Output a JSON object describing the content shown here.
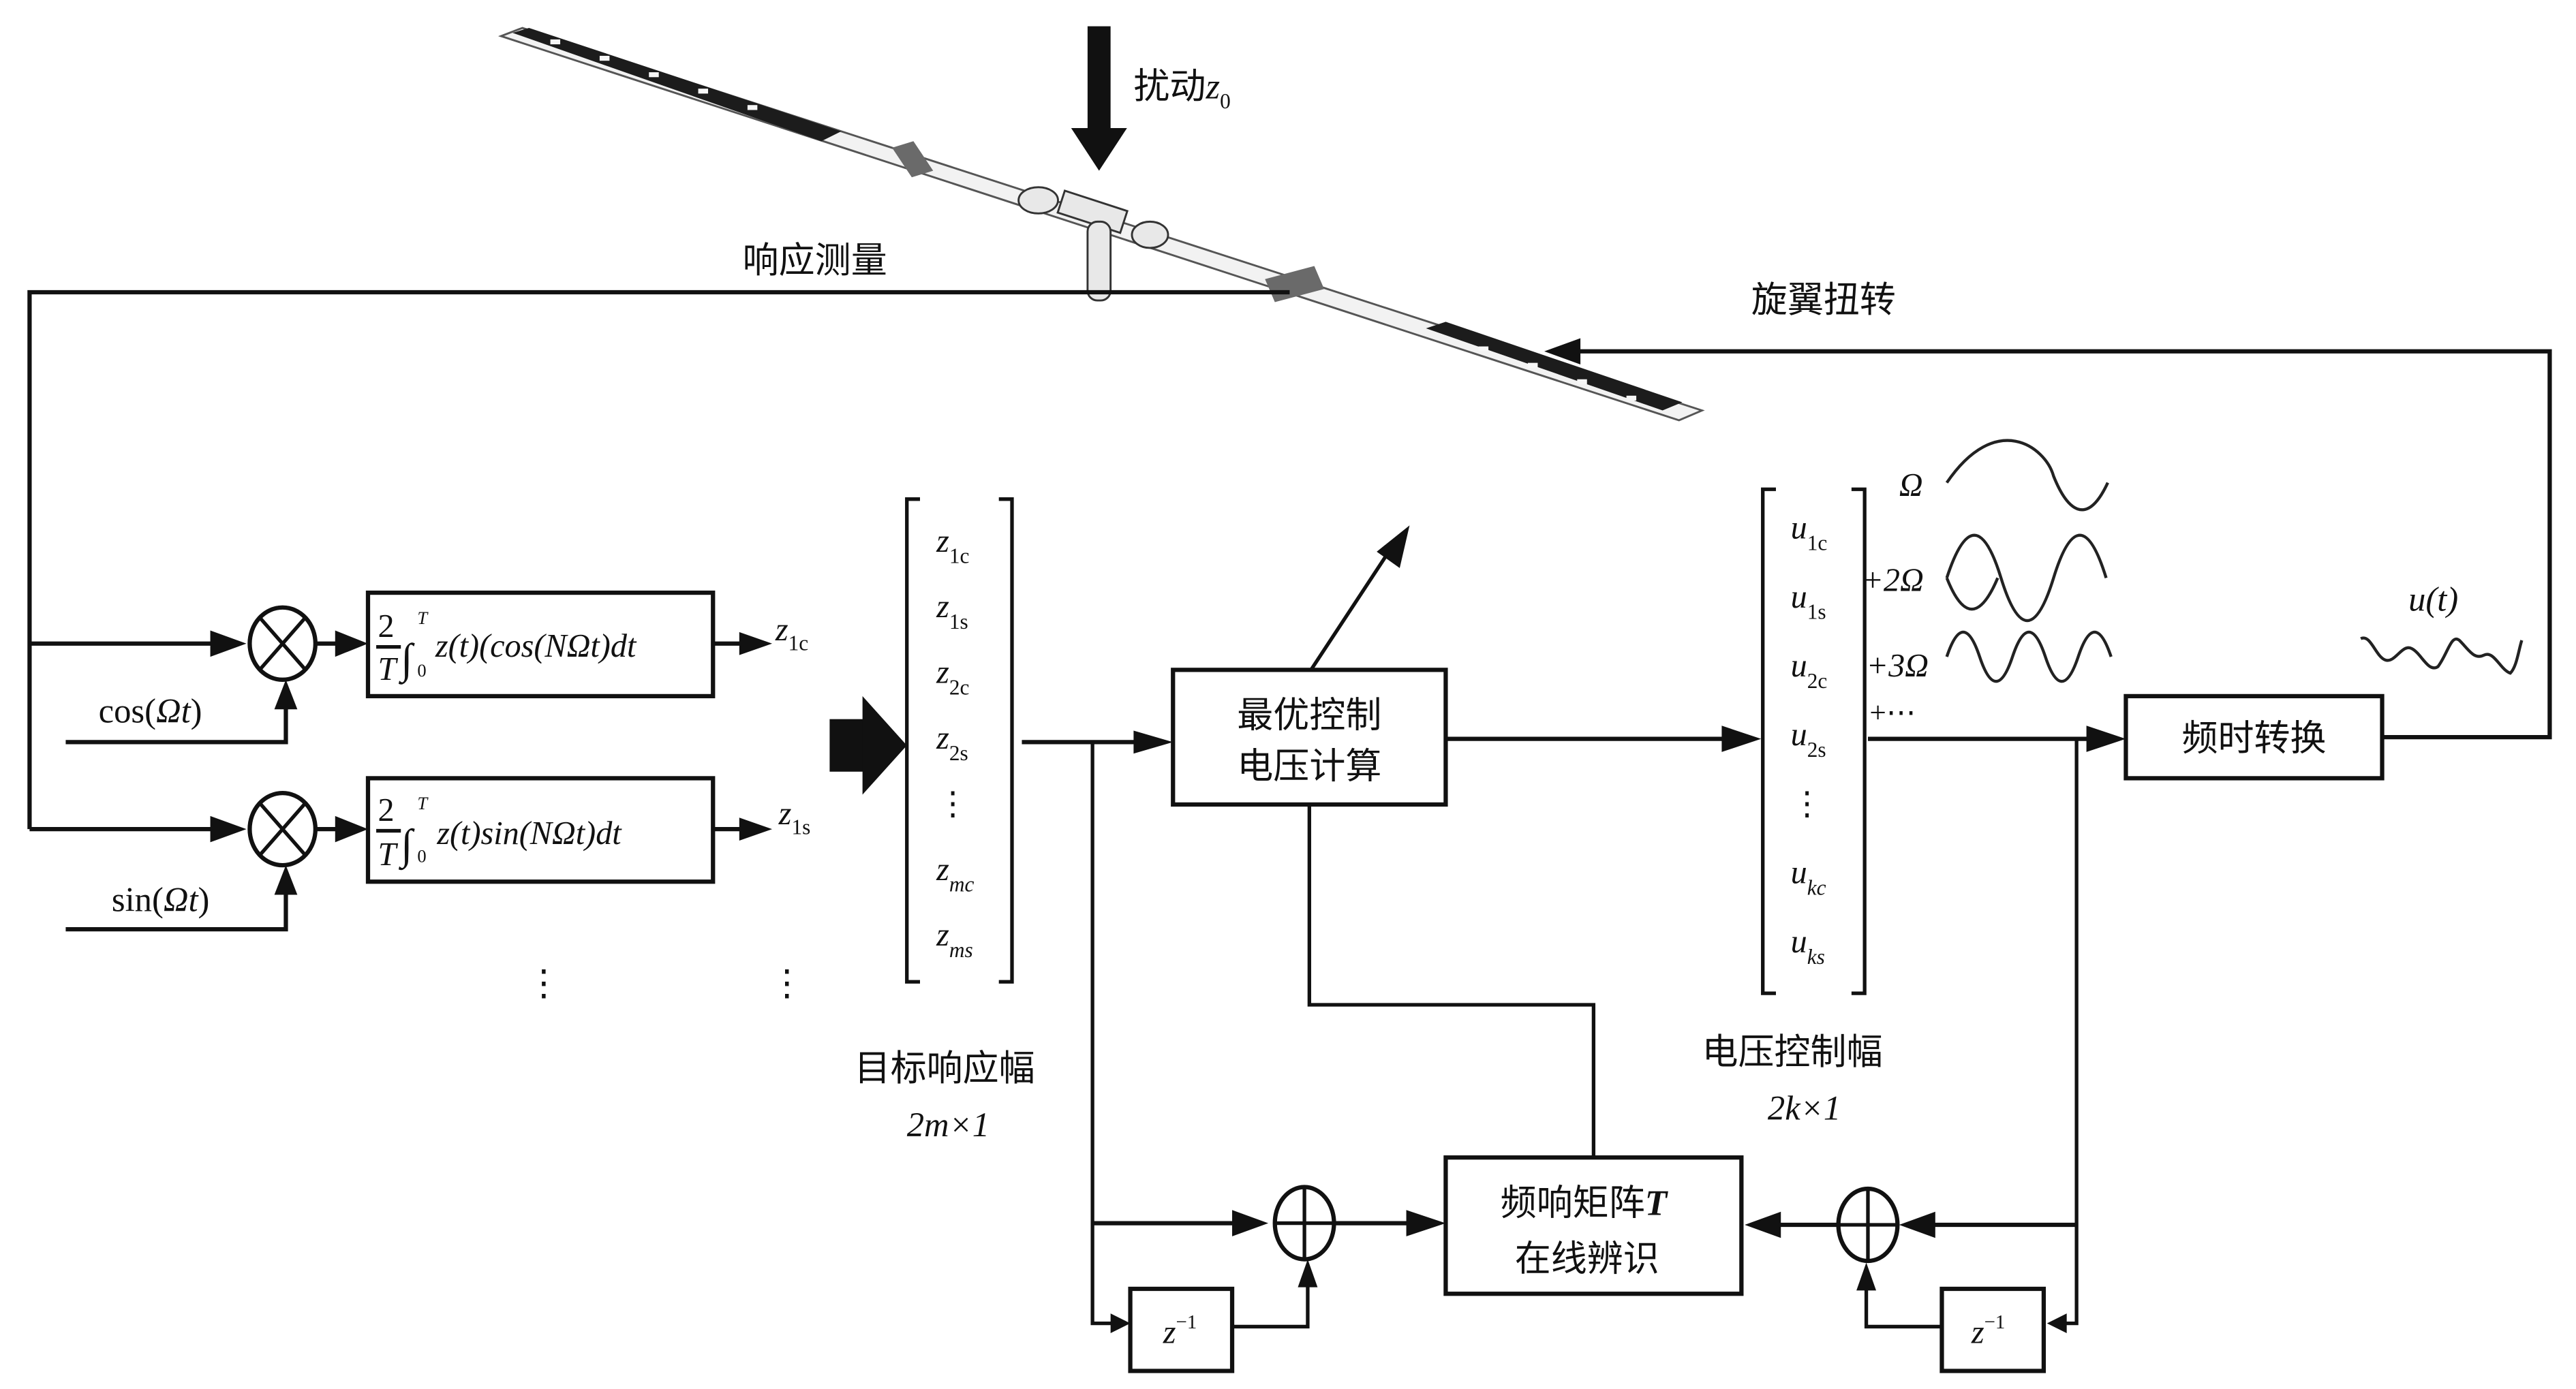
{
  "labels": {
    "disturbance": "扰动",
    "disturbance_symbol": "z",
    "disturbance_sub": "0",
    "response_measurement": "响应测量",
    "rotor_twist": "旋翼扭转",
    "cos_input": "cos(",
    "cos_omega": "Ωt",
    "sin_input": "sin(",
    "sin_omega": "Ωt",
    "close_paren": ")",
    "integrator_cos": {
      "frac_num": "2",
      "frac_den": "T",
      "upper": "T",
      "lower": "0",
      "body": "z(t)(cos(NΩt)dt"
    },
    "integrator_sin": {
      "frac_num": "2",
      "frac_den": "T",
      "upper": "T",
      "lower": "0",
      "body": "z(t)sin(NΩt)dt"
    },
    "out_cos": {
      "sym": "z",
      "sub": "1c"
    },
    "out_sin": {
      "sym": "z",
      "sub": "1s"
    },
    "vdots": "⋮",
    "target_vector": [
      {
        "sym": "z",
        "sub": "1c"
      },
      {
        "sym": "z",
        "sub": "1s"
      },
      {
        "sym": "z",
        "sub": "2c"
      },
      {
        "sym": "z",
        "sub": "2s"
      },
      {
        "sym": "⋮",
        "sub": ""
      },
      {
        "sym": "z",
        "sub": "mc"
      },
      {
        "sym": "z",
        "sub": "ms"
      }
    ],
    "target_title": "目标响应幅",
    "target_dim": "2m×1",
    "optimal_block_line1": "最优控制",
    "optimal_block_line2": "电压计算",
    "control_vector": [
      {
        "sym": "u",
        "sub": "1c"
      },
      {
        "sym": "u",
        "sub": "1s"
      },
      {
        "sym": "u",
        "sub": "2c"
      },
      {
        "sym": "u",
        "sub": "2s"
      },
      {
        "sym": "⋮",
        "sub": ""
      },
      {
        "sym": "u",
        "sub": "kc"
      },
      {
        "sym": "u",
        "sub": "ks"
      }
    ],
    "control_title": "电压控制幅",
    "control_dim": "2k×1",
    "harmonics": [
      "Ω",
      "+2Ω",
      "+3Ω",
      "+⋯"
    ],
    "freq_time_block": "频时转换",
    "ut_label": "u(t)",
    "identify_line1": "频响矩阵",
    "identify_line1_sym": "T",
    "identify_line2": "在线辨识",
    "delay_left": {
      "sym": "z",
      "sup": "−1"
    },
    "delay_right": {
      "sym": "z",
      "sup": "−1"
    }
  }
}
